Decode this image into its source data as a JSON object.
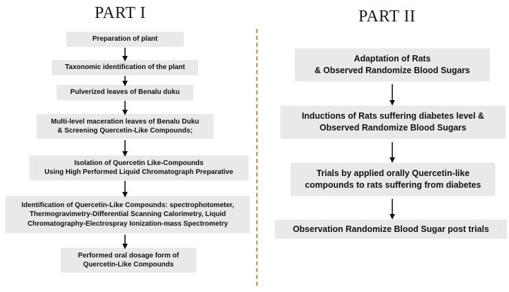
{
  "part1": {
    "title": "PART I",
    "steps": [
      "Preparation of plant",
      "Taxonomic identification of the plant",
      "Pulverized leaves of Benalu duku",
      "Multi-level maceration leaves of Benalu Duku\n& Screening Quercetin-Like Compounds;",
      "Isolation of Quercetin Like-Compounds\nUsing High Performed Liquid Chromatograph Preparative",
      "Identification of Quercetin-Like Compounds: spectrophotometer,\nThermogravimetry-Differential Scanning Calorimetry, Liquid\nChromatography-Electrospray Ionization-mass Spectrometry",
      "Performed oral dosage form of\nQuercetin-Like Compounds"
    ]
  },
  "part2": {
    "title": "PART II",
    "steps": [
      "Adaptation of Rats\n& Observed Randomize Blood Sugars",
      "Inductions of Rats suffering diabetes level &\nObserved Randomize Blood Sugars",
      "Trials by applied orally Quercetin-like\ncompounds  to rats suffering from diabetes",
      "Observation Randomize Blood Sugar post trials"
    ]
  },
  "colors": {
    "box": "#e9e9e9",
    "divider": "#d08a48",
    "arrow": "#111111"
  }
}
